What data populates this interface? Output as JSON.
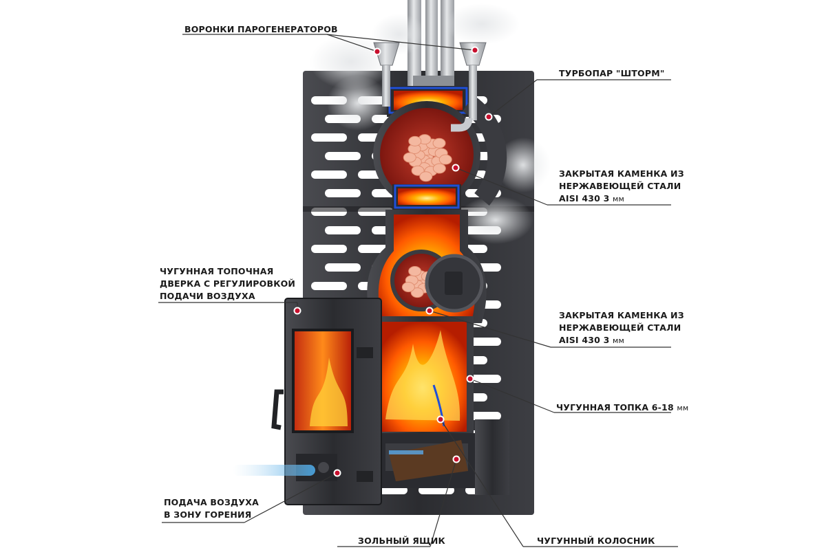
{
  "labels": {
    "funnels": "ВОРОНКИ ПАРОГЕНЕРАТОРОВ",
    "turbopar": "ТУРБОПАР \"ШТОРМ\"",
    "heater_top": {
      "line1": "ЗАКРЫТАЯ КАМЕНКА ИЗ",
      "line2": "НЕРЖАВЕЮЩЕЙ СТАЛИ",
      "line3_main": "AISI 430   3",
      "line3_unit": "мм"
    },
    "door": {
      "line1": "ЧУГУННАЯ ТОПОЧНАЯ",
      "line2": "ДВЕРКА С  РЕГУЛИРОВКОЙ",
      "line3": "ПОДАЧИ ВОЗДУХА"
    },
    "heater_bottom": {
      "line1": "ЗАКРЫТАЯ КАМЕНКА ИЗ",
      "line2": "НЕРЖАВЕЮЩЕЙ СТАЛИ",
      "line3_main": "AISI 430   3",
      "line3_unit": "мм"
    },
    "firebox": {
      "main": "ЧУГУННАЯ ТОПКА 6-18",
      "unit": "мм"
    },
    "air_supply": {
      "line1": "ПОДАЧА ВОЗДУХА",
      "line2": "В ЗОНУ ГОРЕНИЯ"
    },
    "ash_box": "ЗОЛЬНЫЙ ЯЩИК",
    "grate": "ЧУГУННЫЙ КОЛОСНИК"
  },
  "colors": {
    "leader_line": "#333333",
    "marker_dot": "#c8102e",
    "cast_iron": "#2e2f33",
    "fire": "#ff7a00",
    "stone": "#f4b8a0"
  }
}
